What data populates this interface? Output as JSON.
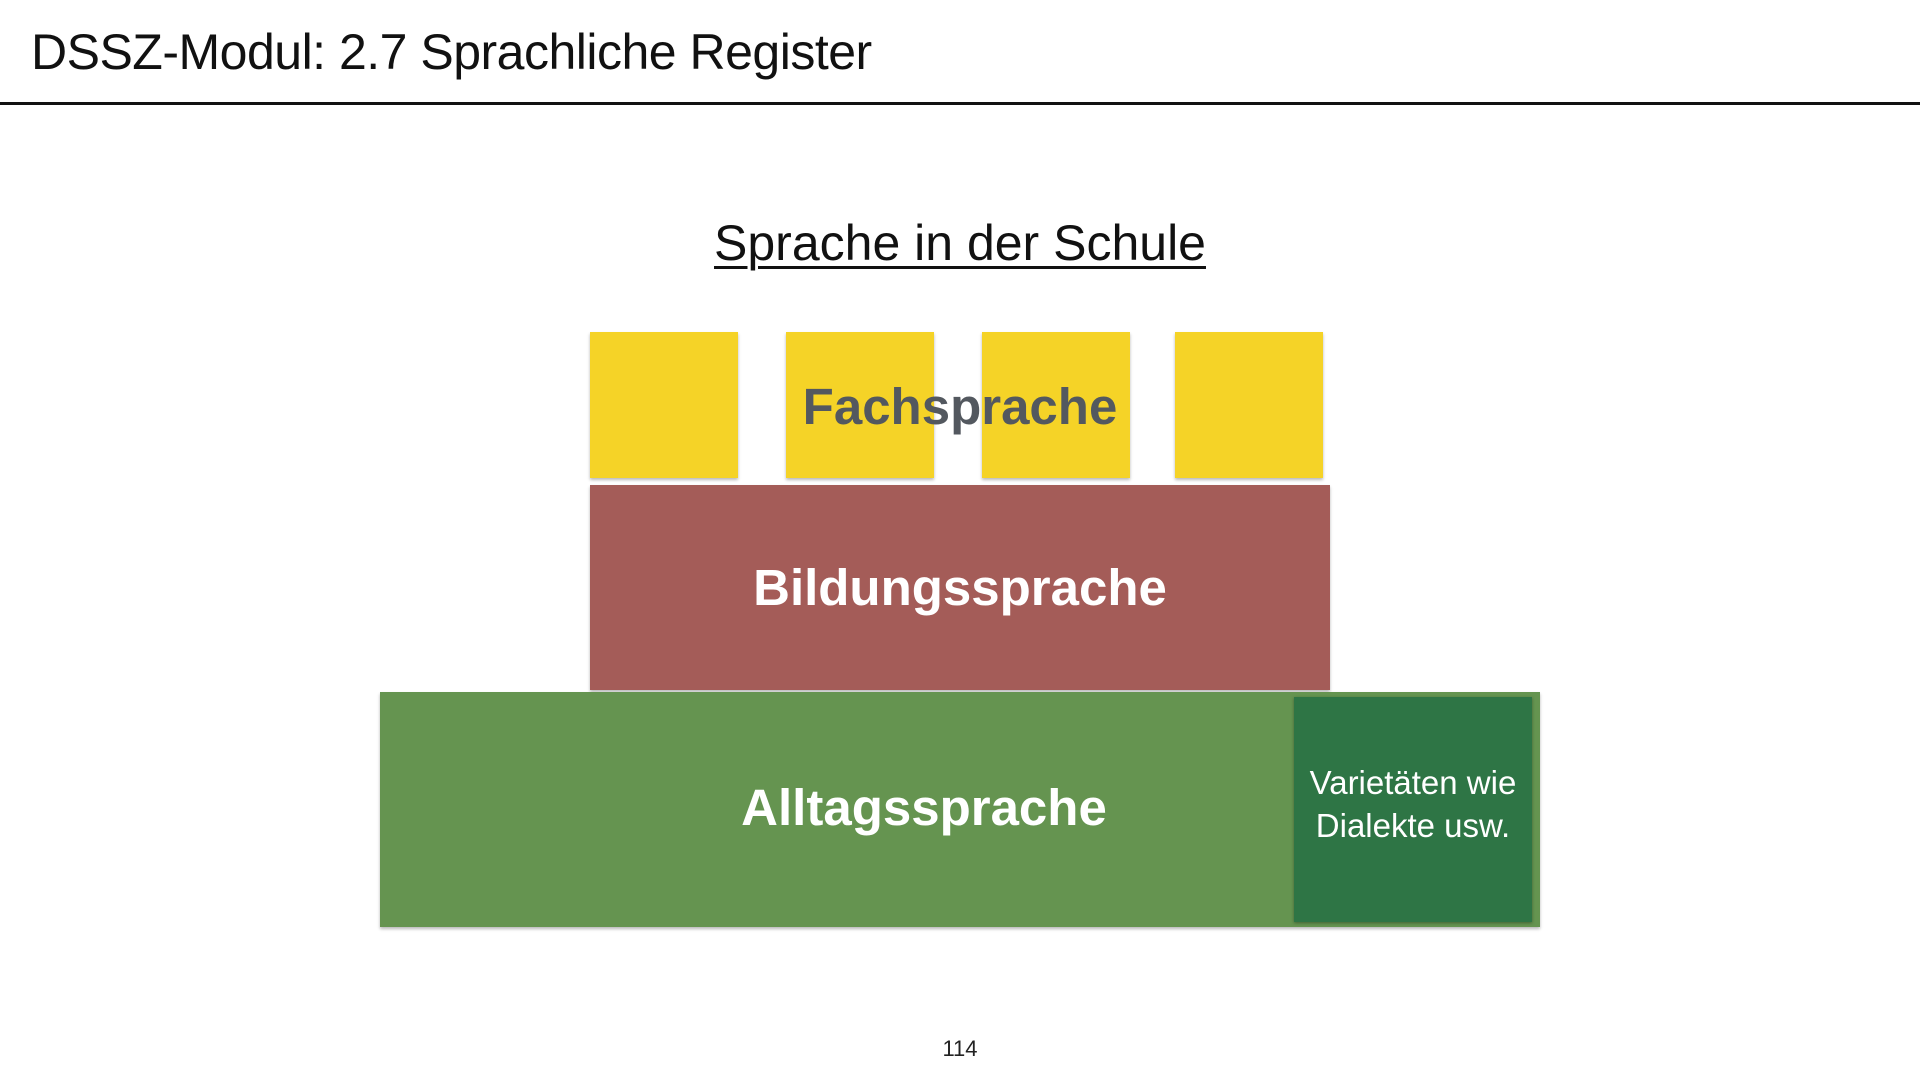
{
  "slide": {
    "title": "DSSZ-Modul: 2.7 Sprachliche Register",
    "page_number": "114"
  },
  "diagram": {
    "heading": "Sprache in der Schule",
    "layers": [
      {
        "name": "Fachsprache",
        "color": "#F5D327",
        "text_color": "#53585F",
        "blocks": 4
      },
      {
        "name": "Bildungssprache",
        "color": "#A45C58",
        "text_color": "#FFFFFF"
      },
      {
        "name": "Alltagssprache",
        "color": "#659450",
        "text_color": "#FFFFFF"
      }
    ],
    "inset": {
      "line1": "Varietäten wie",
      "line2": "Dialekte usw.",
      "color": "#2E7545"
    }
  }
}
